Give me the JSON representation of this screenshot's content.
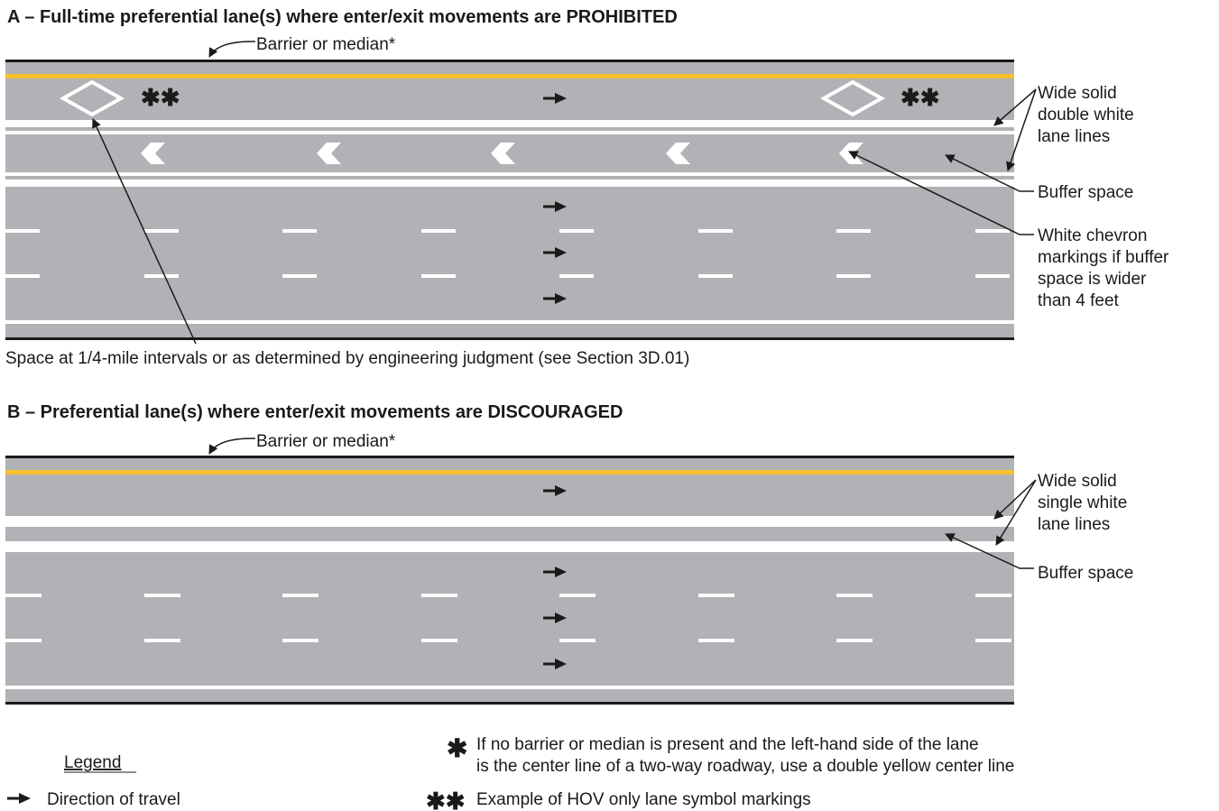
{
  "panel_a": {
    "title": "A – Full-time preferential lane(s) where enter/exit movements are PROHIBITED",
    "barrier_label": "Barrier or median*",
    "hov_symbol": "✱✱",
    "annotations": {
      "lane_lines": [
        "Wide solid",
        "double white",
        "lane lines"
      ],
      "buffer": "Buffer space",
      "chevron": [
        "White chevron",
        "markings if buffer",
        "space is wider",
        "than 4 feet"
      ]
    },
    "spacing_note": "Space at 1/4-mile intervals or as determined by engineering judgment (see Section 3D.01)"
  },
  "panel_b": {
    "title": "B – Preferential lane(s) where enter/exit movements are DISCOURAGED",
    "barrier_label": "Barrier or median*",
    "annotations": {
      "lane_lines": [
        "Wide solid",
        "single white",
        "lane lines"
      ],
      "buffer": "Buffer space"
    }
  },
  "legend": {
    "heading": "Legend",
    "items": [
      {
        "icon": "direction-arrow-icon",
        "text": "Direction of travel"
      }
    ]
  },
  "notes": [
    {
      "symbol": "✱",
      "lines": [
        "If no barrier or median is present and the left-hand side of the lane",
        "is the center line of a two-way roadway, use a double yellow center line"
      ]
    },
    {
      "symbol": "✱✱",
      "lines": [
        "Example of HOV only lane symbol markings"
      ]
    }
  ],
  "colors": {
    "pavement": "#b1b2b5",
    "yellow_line": "#f7c12c",
    "white_line": "#ffffff",
    "edge": "#1a1a1a"
  }
}
